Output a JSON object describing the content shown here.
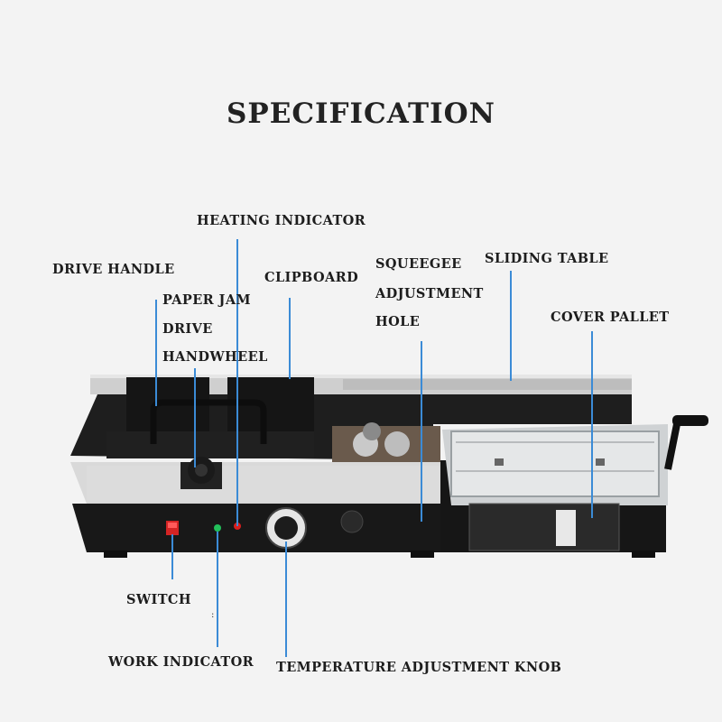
{
  "title": "SPECIFICATION",
  "labels": {
    "heating_indicator": "HEATING INDICATOR",
    "drive_handle": "DRIVE HANDLE",
    "clipboard": "CLIPBOARD",
    "squeegee_1": "SQUEEGEE",
    "squeegee_2": "ADJUSTMENT",
    "squeegee_3": "HOLE",
    "sliding_table": "SLIDING TABLE",
    "paper_jam_1": "PAPER JAM",
    "paper_jam_2": "DRIVE",
    "paper_jam_3": "HANDWHEEL",
    "cover_pallet": "COVER PALLET",
    "switch": "SWITCH",
    "work_indicator": "WORK INDICATOR",
    "temperature_knob": "TEMPERATURE ADJUSTMENT KNOB"
  },
  "stray_mark": ":",
  "colors": {
    "background": "#f3f3f3",
    "leader_line": "#3b8bd6",
    "machine_body": "#1c1c1c",
    "machine_panel": "#d8d8d8"
  }
}
